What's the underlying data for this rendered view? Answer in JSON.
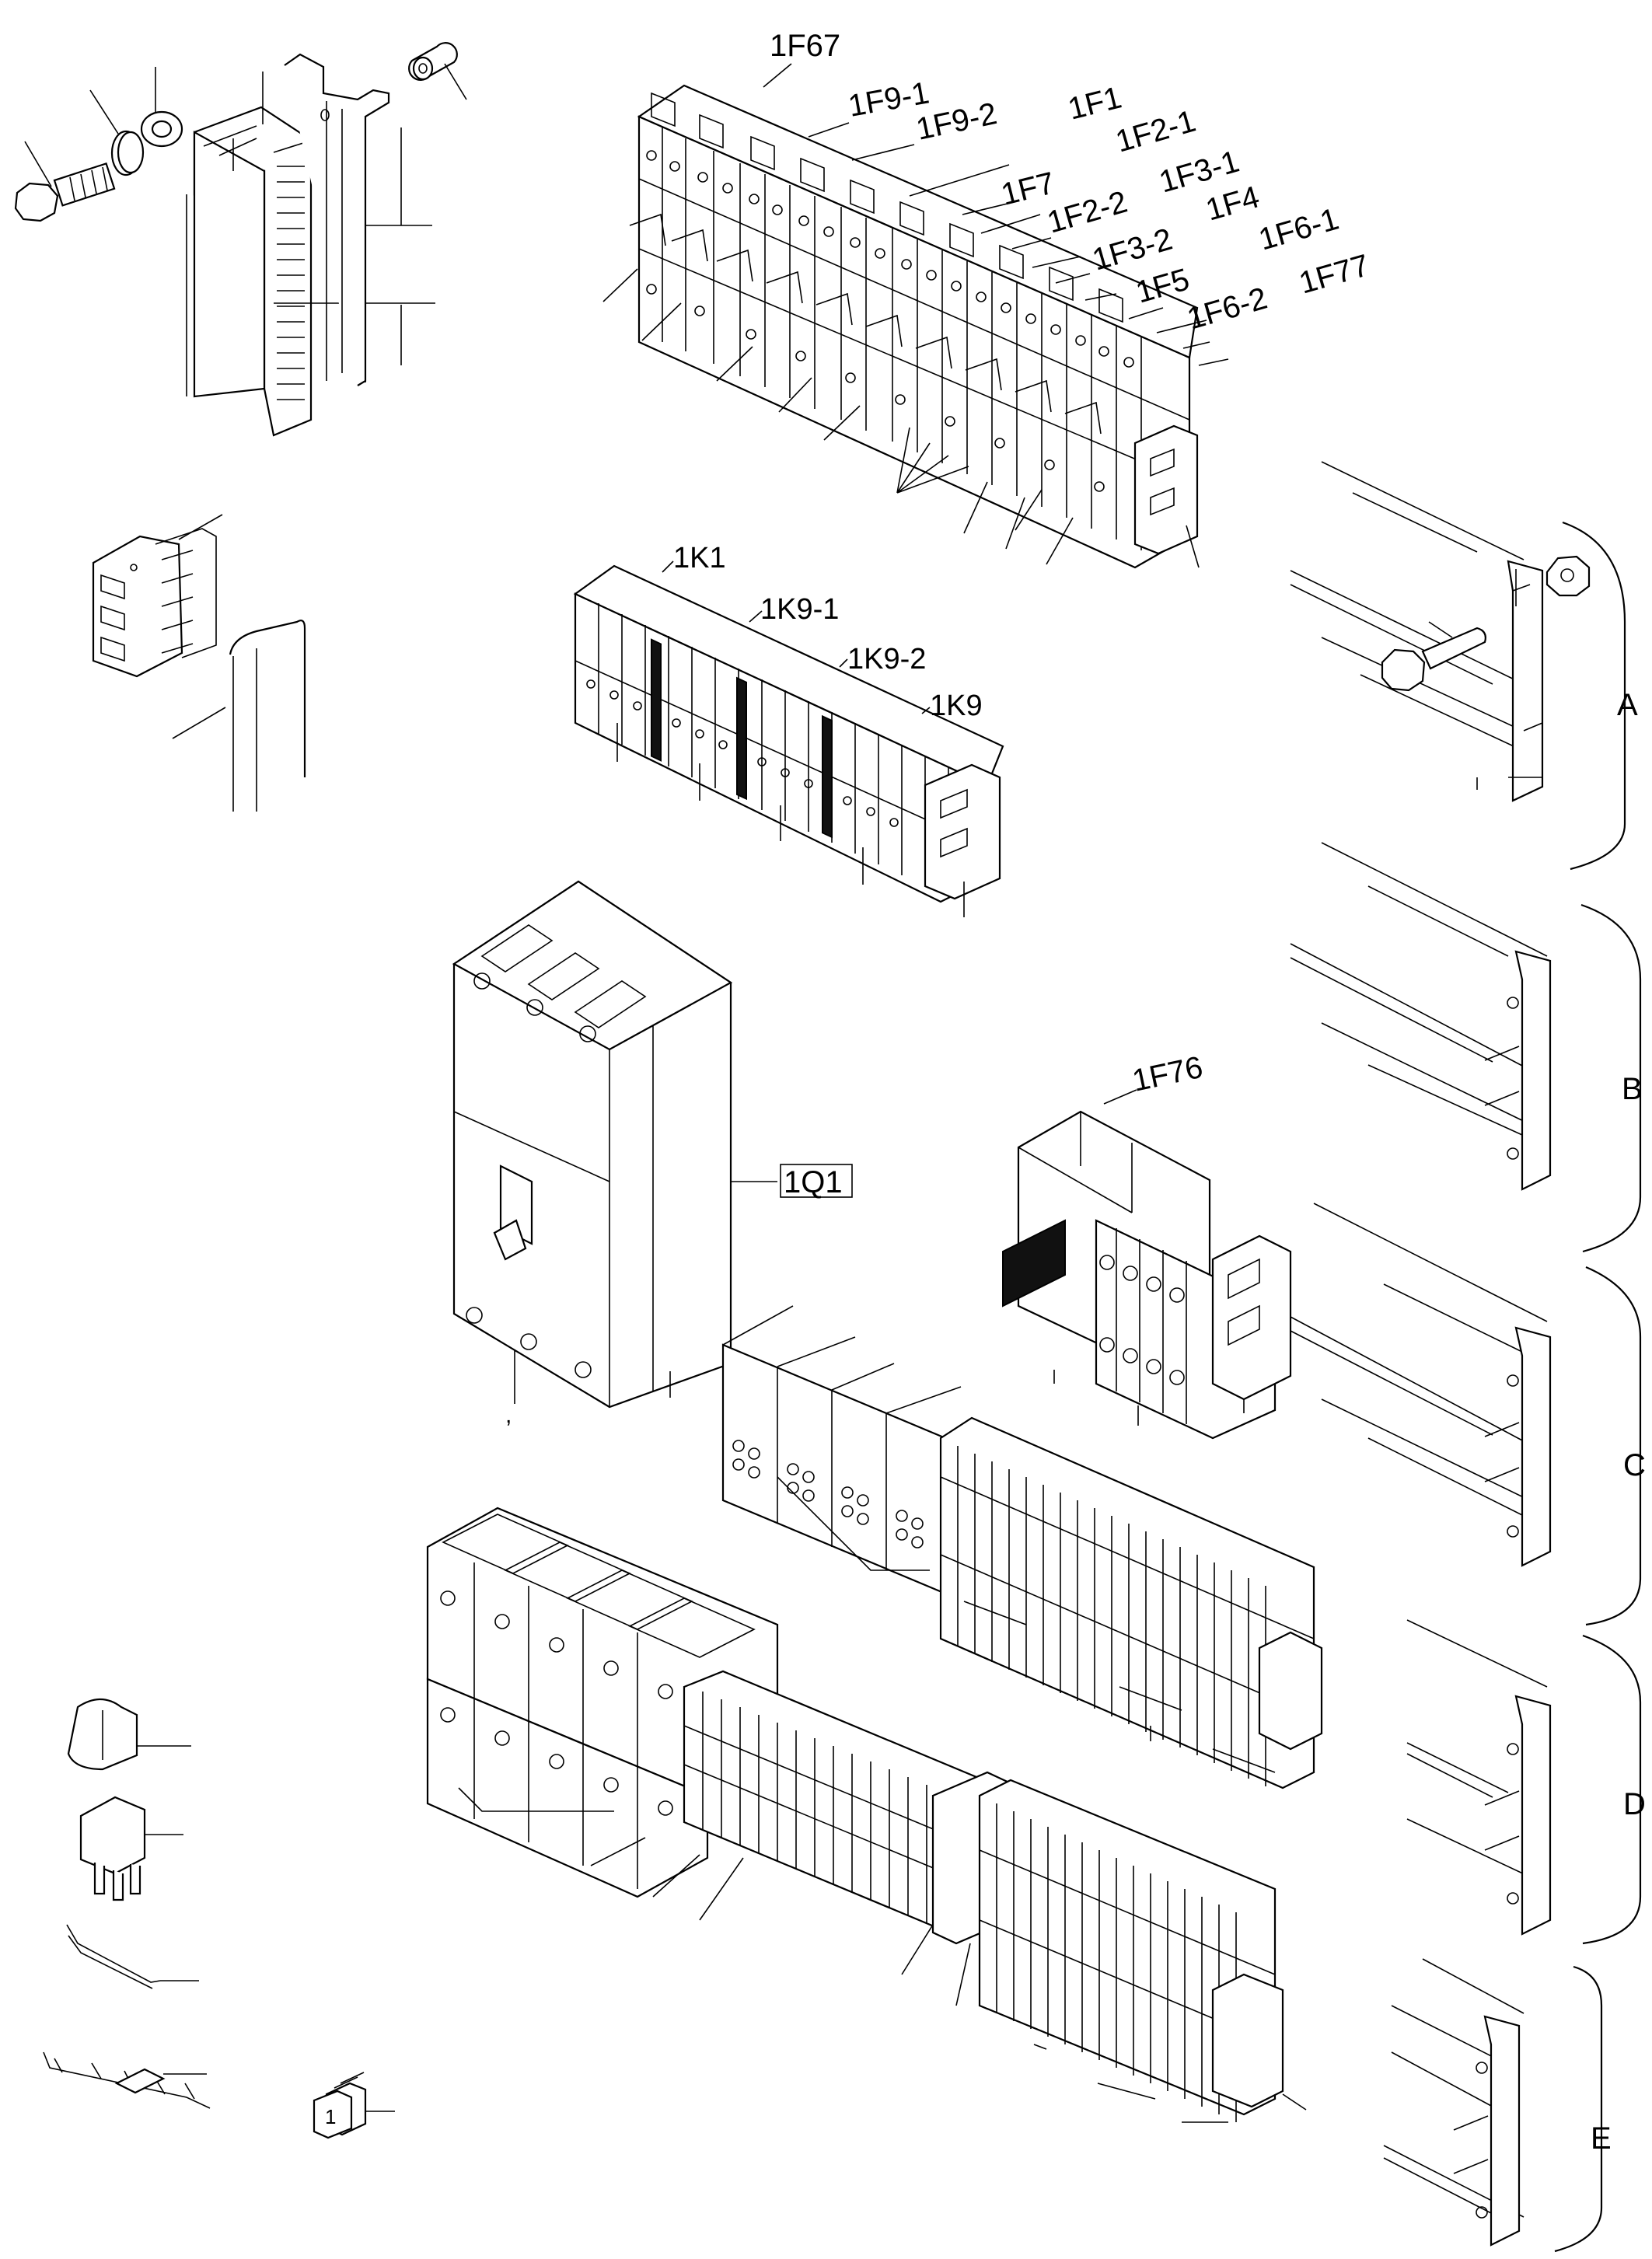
{
  "diagram": {
    "breaker_labels": [
      {
        "id": "f67",
        "text": "1F67"
      },
      {
        "id": "f91",
        "text": "1F9-1"
      },
      {
        "id": "f92",
        "text": "1F9-2"
      },
      {
        "id": "f1",
        "text": "1F1"
      },
      {
        "id": "f7",
        "text": "1F7"
      },
      {
        "id": "f21",
        "text": "1F2-1"
      },
      {
        "id": "f22",
        "text": "1F2-2"
      },
      {
        "id": "f31",
        "text": "1F3-1"
      },
      {
        "id": "f32",
        "text": "1F3-2"
      },
      {
        "id": "f4",
        "text": "1F4"
      },
      {
        "id": "f61",
        "text": "1F6-1"
      },
      {
        "id": "f5",
        "text": "1F5"
      },
      {
        "id": "f62",
        "text": "1F6-2"
      },
      {
        "id": "f77",
        "text": "1F77"
      }
    ],
    "relay_labels": [
      {
        "id": "k1",
        "text": "1K1"
      },
      {
        "id": "k91",
        "text": "1K9-1"
      },
      {
        "id": "k92",
        "text": "1K9-2"
      },
      {
        "id": "k9",
        "text": "1K9"
      }
    ],
    "main_switch_label": "1Q1",
    "fuse_label": "1F76",
    "rail_sections": [
      "A",
      "B",
      "C",
      "D",
      "E"
    ],
    "marker_tag_number": "1",
    "stray_comma": ","
  }
}
